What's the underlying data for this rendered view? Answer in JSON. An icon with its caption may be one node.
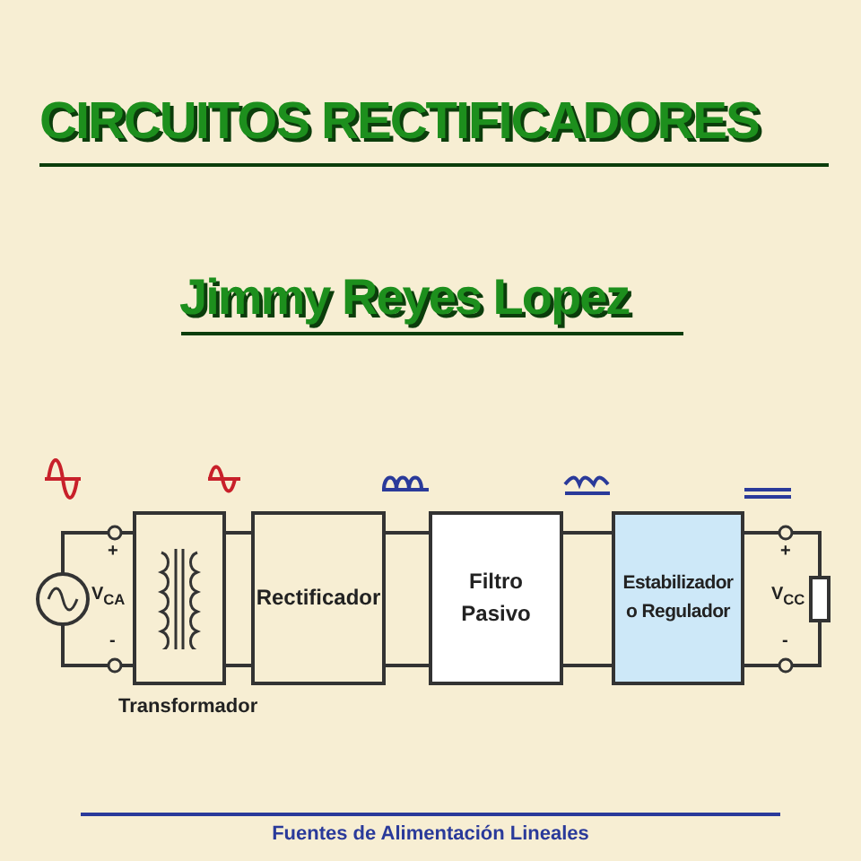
{
  "diagram": {
    "title": "CIRCUITOS  RECTIFICADORES",
    "caption": "Fuentes de Alimentación Lineales",
    "nodes": [
      {
        "text": [],
        "shape": "circle"
      },
      {
        "text": [
          "Transformador"
        ]
      },
      {
        "text": [
          "Rectificador"
        ]
      },
      {
        "text": [
          "Filtro Pasivo"
        ]
      },
      {
        "text": [
          "Estabilizador o Regulador"
        ]
      },
      {
        "text": [],
        "shape": "box"
      }
    ],
    "edges": [
      {
        "from": 0,
        "to": 1,
        "arrow": "none"
      },
      {
        "from": 0,
        "to": 1,
        "arrow": "none"
      },
      {
        "from": 1,
        "to": 2,
        "arrow": "none"
      },
      {
        "from": 1,
        "to": 2,
        "arrow": "none"
      },
      {
        "from": 2,
        "to": 3,
        "arrow": "none"
      },
      {
        "from": 2,
        "to": 3,
        "arrow": "none"
      },
      {
        "from": 3,
        "to": 4,
        "arrow": "none"
      },
      {
        "from": 3,
        "to": 4,
        "arrow": "none"
      },
      {
        "from": 4,
        "to": 5,
        "arrow": "none"
      },
      {
        "from": 4,
        "to": 5,
        "arrow": "none"
      }
    ],
    "labels": [
      "Jimmy Reyes Lopez",
      "+",
      "V$_{CA}$",
      "-",
      "+",
      "V$_{CC}$",
      "-"
    ]
  }
}
